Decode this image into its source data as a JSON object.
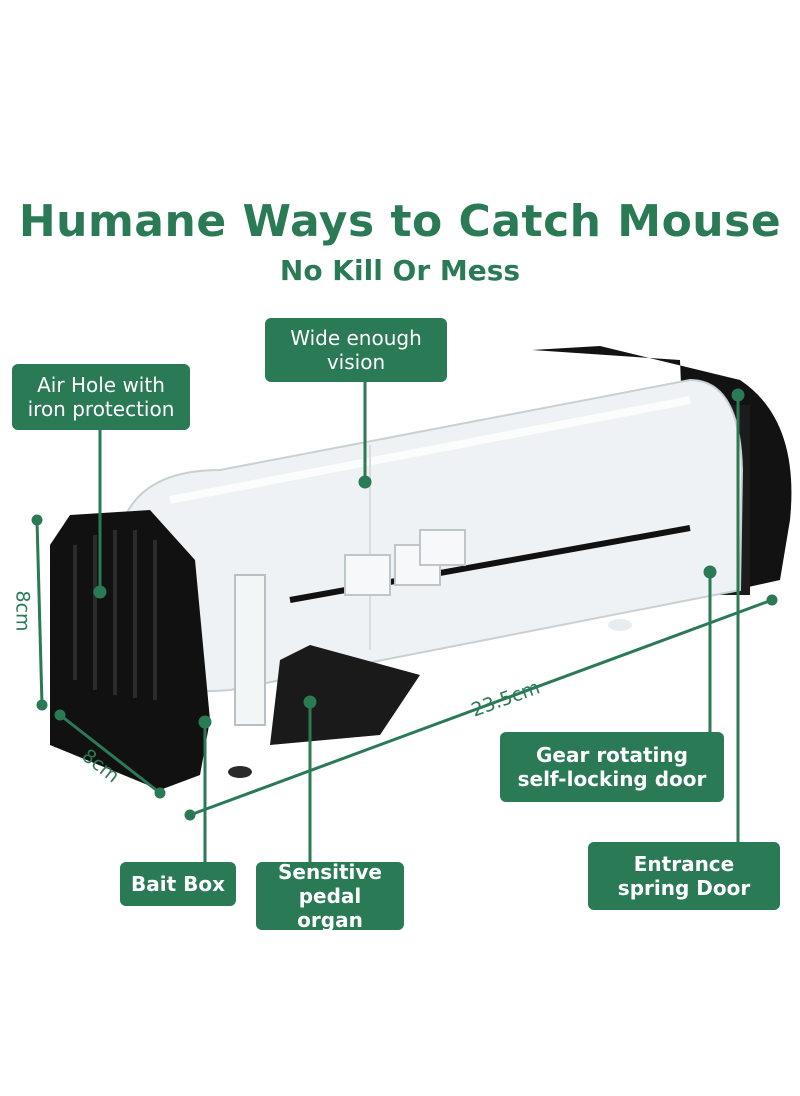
{
  "header": {
    "title": "Humane Ways to Catch Mouse",
    "subtitle": "No Kill Or Mess"
  },
  "labels": {
    "wide_vision": "Wide enough\nvision",
    "air_hole": "Air Hole with\niron protection",
    "gear_door": "Gear rotating\nself-locking door",
    "entrance_door": "Entrance\nspring Door",
    "bait_box": "Bait Box",
    "pedal": "Sensitive\npedal organ"
  },
  "dimensions": {
    "height": "8cm",
    "width": "8cm",
    "length": "23.5cm"
  },
  "colors": {
    "accent": "#2a7a55",
    "trap_body": "#111111",
    "background": "#ffffff"
  }
}
